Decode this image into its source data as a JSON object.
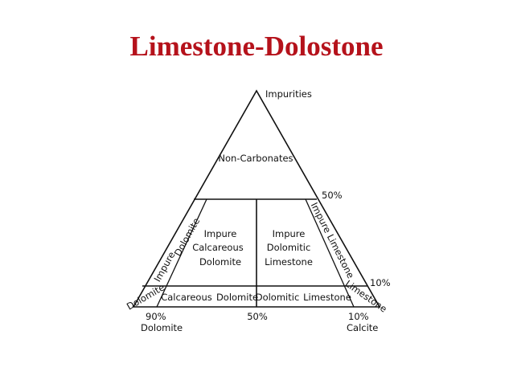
{
  "title": "Limestone-Dolostone",
  "diagram": {
    "apex_label": "Impurities",
    "top_region": "Non-Carbonates",
    "level_50": "50%",
    "level_10": "10%",
    "left_band": {
      "upper": "Dolomite",
      "lower": "Impure"
    },
    "right_band": "Impure Limestone",
    "left_middle": [
      "Impure",
      "Calcareous",
      "Dolomite"
    ],
    "right_middle": [
      "Impure",
      "Dolomitic",
      "Limestone"
    ],
    "left_corner": "Dolomite",
    "right_corner": "Limestone",
    "bottom_row": [
      "Calcareous",
      "Dolomite",
      "Dolomitic",
      "Limestone"
    ],
    "base_left": {
      "percent": "90%",
      "name": "Dolomite"
    },
    "base_middle": "50%",
    "base_right": {
      "percent": "10%",
      "name": "Calcite"
    }
  },
  "colors": {
    "title": "#b5121b",
    "lines": "#111111"
  }
}
